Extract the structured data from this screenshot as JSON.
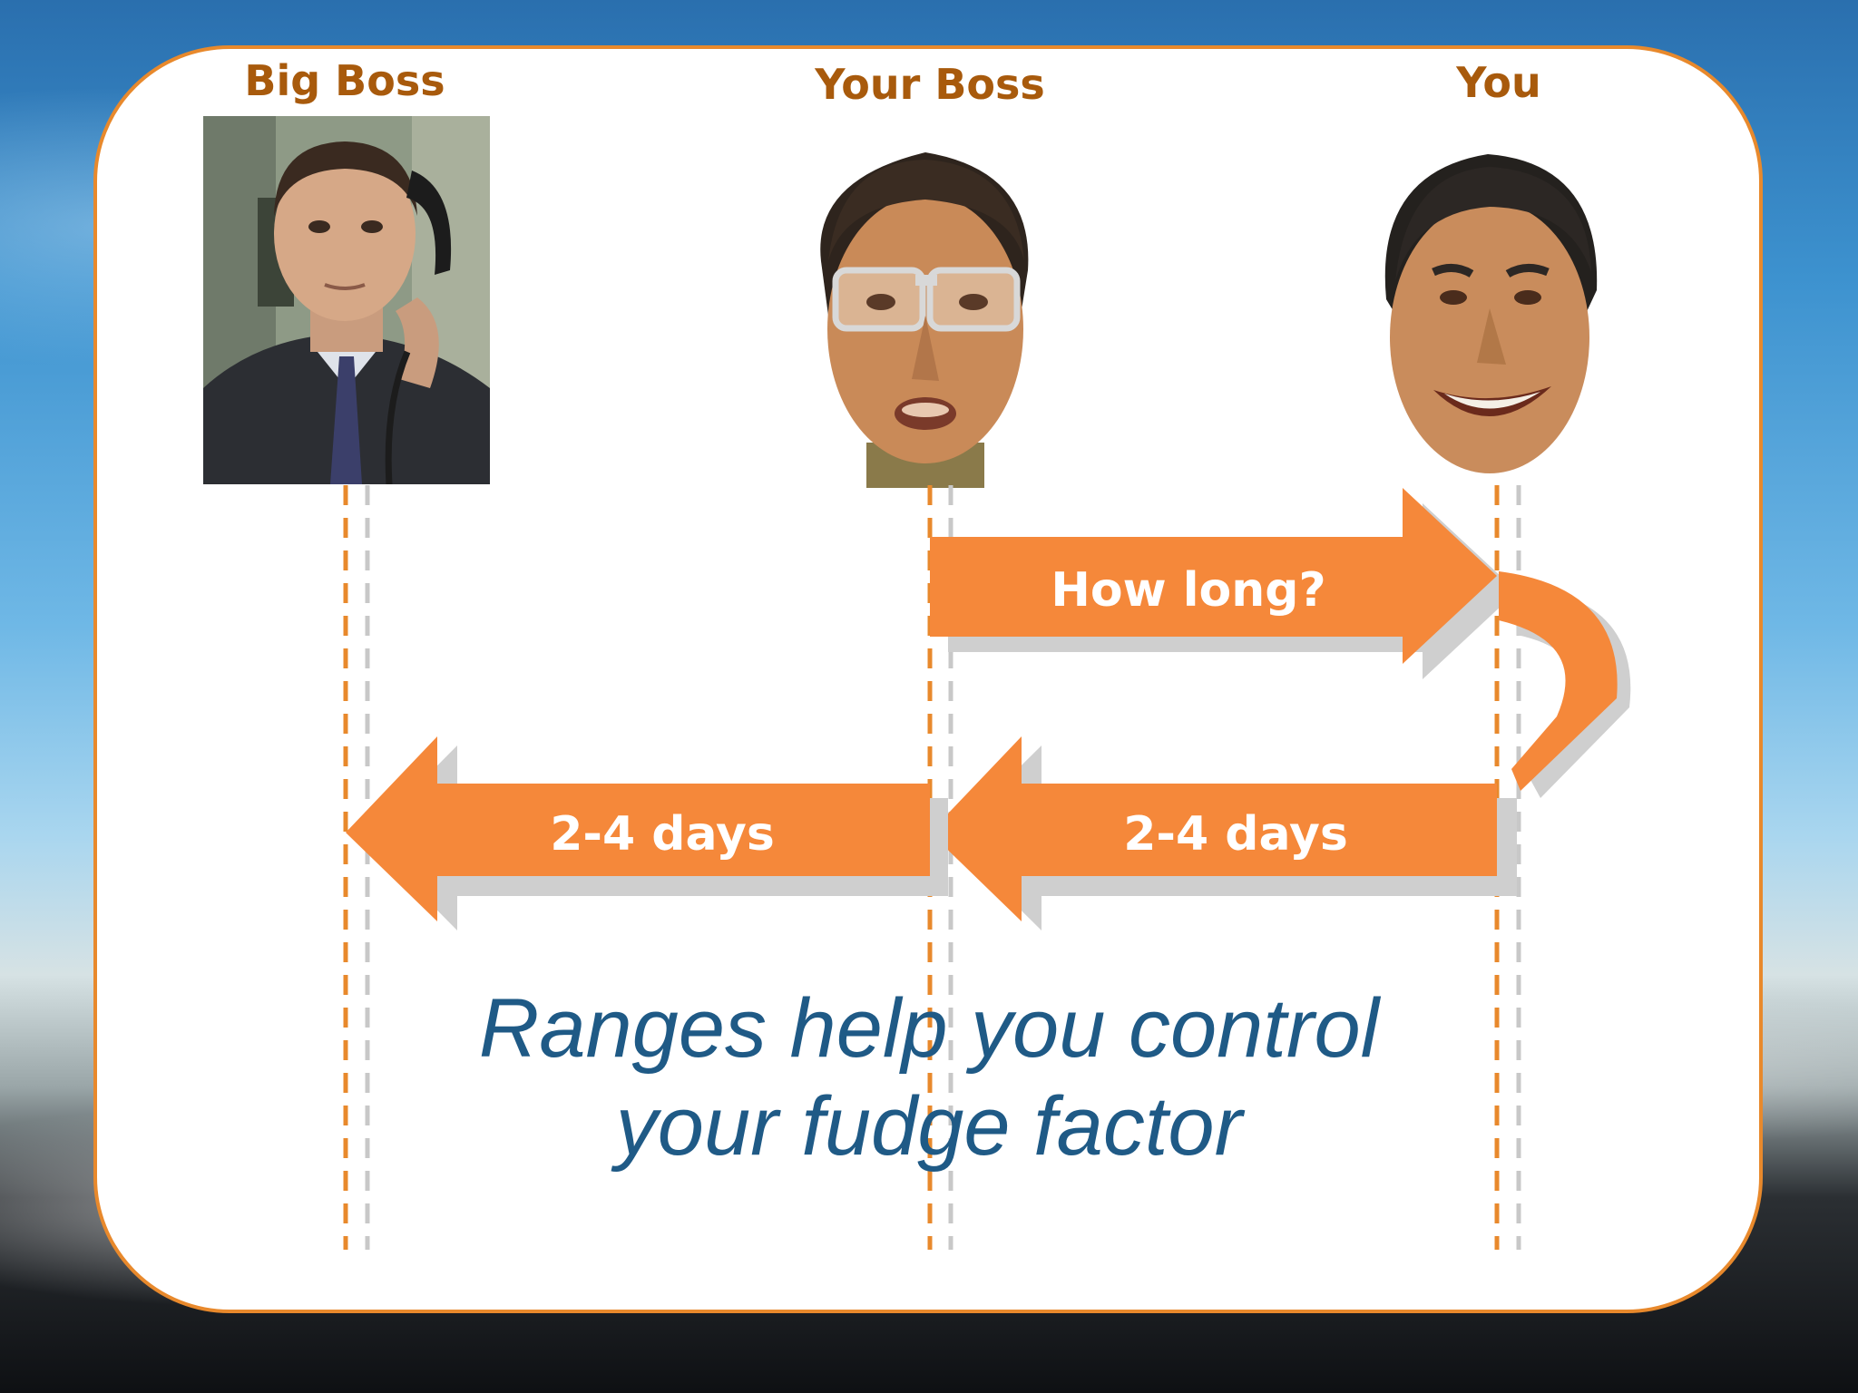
{
  "roles": [
    {
      "label": "Big Boss"
    },
    {
      "label": "Your Boss"
    },
    {
      "label": "You"
    }
  ],
  "arrows": {
    "request": "How long?",
    "estimate_to_boss": "2-4 days",
    "estimate_to_big_boss": "2-4 days"
  },
  "caption": {
    "line1": "Ranges help you control",
    "line2": "your fudge factor"
  },
  "colors": {
    "accent": "#f5883a",
    "label": "#a85a0c",
    "caption": "#1f5a86",
    "border": "#e8892c"
  }
}
